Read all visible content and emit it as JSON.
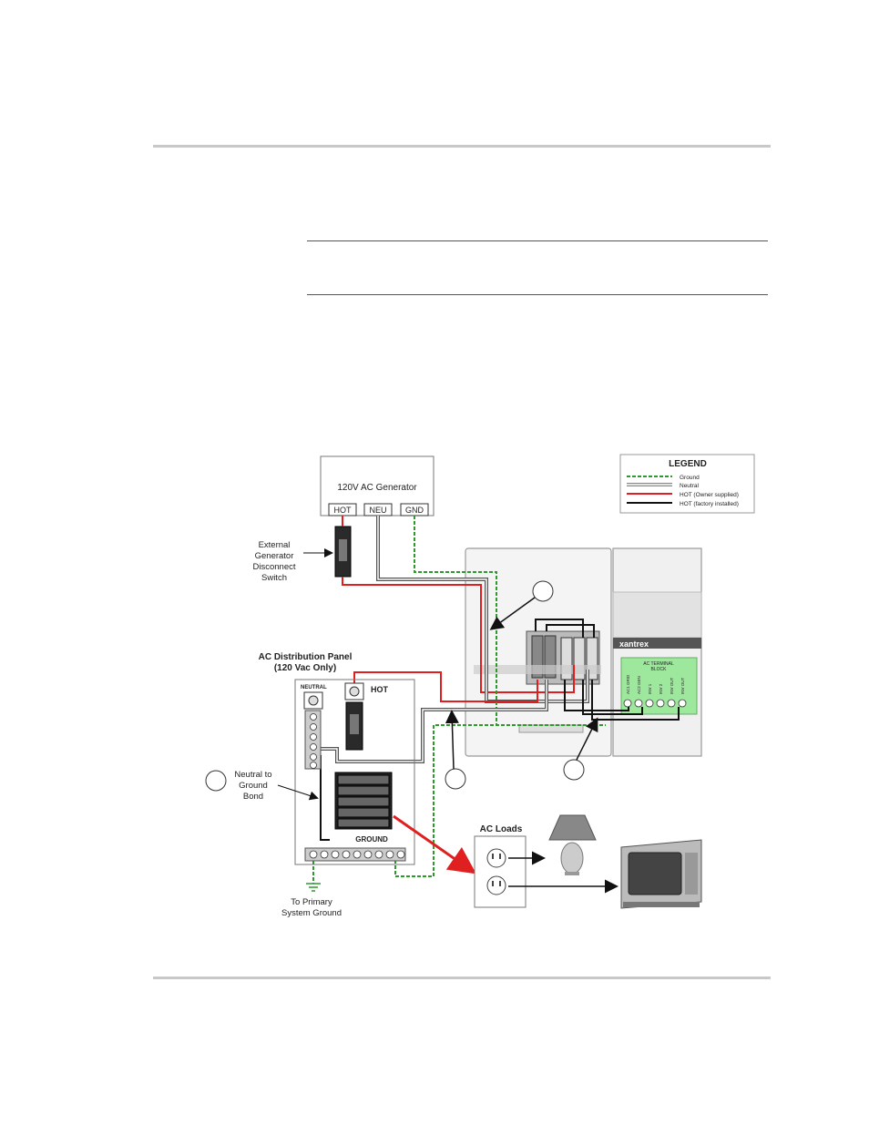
{
  "generator": {
    "title": "120V AC Generator",
    "terminals": [
      "HOT",
      "NEU",
      "GND"
    ]
  },
  "disconnect_label": [
    "External",
    "Generator",
    "Disconnect",
    "Switch"
  ],
  "legend": {
    "title": "LEGEND",
    "items": [
      {
        "label": "Ground",
        "color": "#2e9a2e",
        "style": "dashed"
      },
      {
        "label": "Neutral",
        "color": "#888888",
        "style": "double"
      },
      {
        "label": "HOT (Owner supplied)",
        "color": "#e02020",
        "style": "solid"
      },
      {
        "label": "HOT (factory installed)",
        "color": "#111111",
        "style": "solid"
      }
    ]
  },
  "panel": {
    "title": [
      "AC Distribution Panel",
      "(120 Vac Only)"
    ],
    "neutral_label": "NEUTRAL",
    "hot_label": "HOT",
    "ground_label": "GROUND"
  },
  "bond_label": [
    "Neutral to",
    "Ground",
    "Bond"
  ],
  "primary_ground_label": [
    "To Primary",
    "System Ground"
  ],
  "loads_label": "AC Loads",
  "inverter": {
    "brand": "xantrex",
    "terminal_block": [
      "AC TERMINAL",
      "BLOCK"
    ],
    "terminals": [
      "AC1 GRID",
      "AC2 GEN",
      "INV 1",
      "INV 2",
      "INV OUT",
      "INV OUT"
    ]
  },
  "colors": {
    "hot_owner": "#e02020",
    "hot_factory": "#111111",
    "neutral": "#888888",
    "ground": "#2e9a2e",
    "rule": "#c8c8c8"
  }
}
